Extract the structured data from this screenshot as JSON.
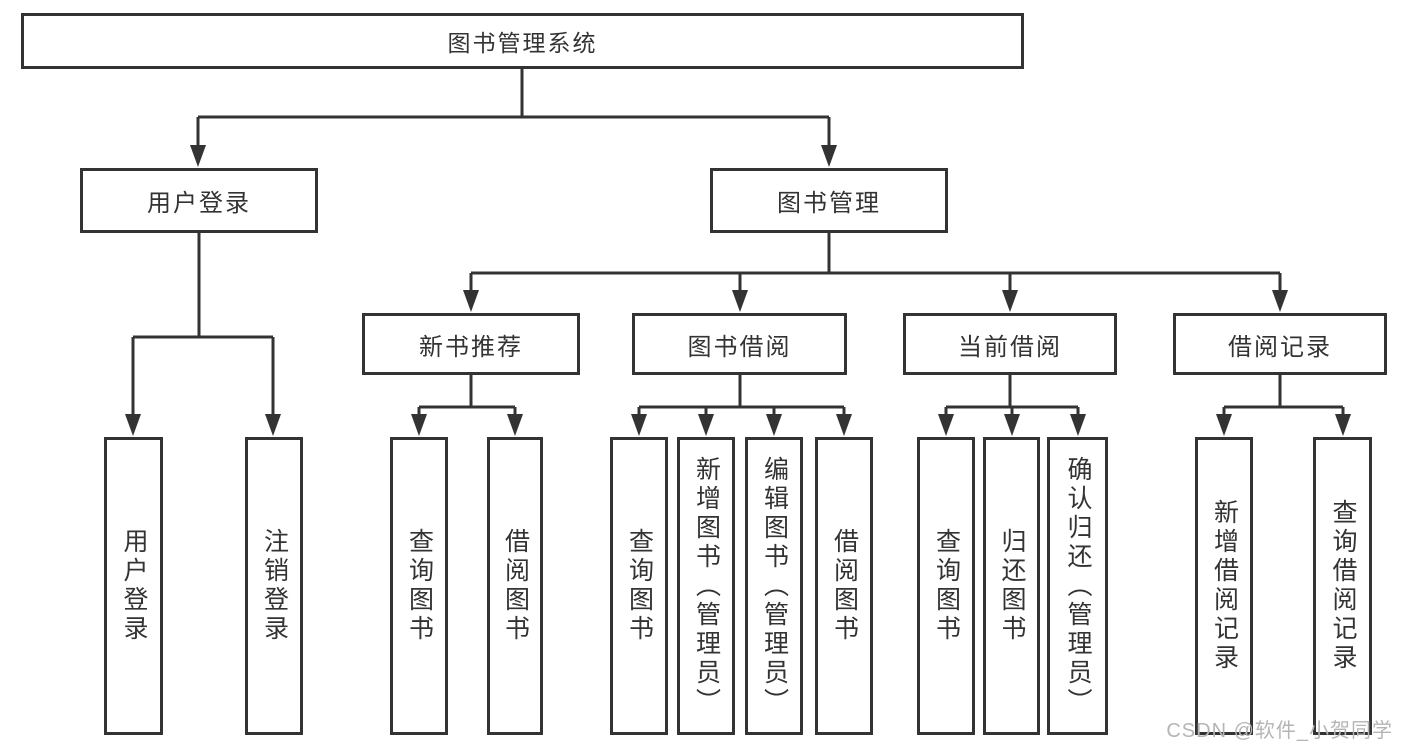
{
  "nodes": {
    "root": "图书管理系统",
    "user_login": "用户登录",
    "book_management": "图书管理",
    "new_book_recommend": "新书推荐",
    "book_borrow": "图书借阅",
    "current_borrow": "当前借阅",
    "borrow_record": "借阅记录",
    "leaf_user_login": "用户登录",
    "leaf_logout": "注销登录",
    "leaf_recommend_query_books": "查询图书",
    "leaf_recommend_borrow_books": "借阅图书",
    "leaf_borrow_query_books": "查询图书",
    "leaf_borrow_add_books": "新增图书（管理员）",
    "leaf_borrow_edit_books": "编辑图书（管理员）",
    "leaf_borrow_borrow_books": "借阅图书",
    "leaf_current_query_books": "查询图书",
    "leaf_current_return_books": "归还图书",
    "leaf_current_confirm_return": "确认归还（管理员）",
    "leaf_record_add_record": "新增借阅记录",
    "leaf_record_query_record": "查询借阅记录"
  },
  "watermark": "CSDN @软件_小贺同学",
  "colors": {
    "line": "#333333",
    "text": "#333333",
    "watermark": "#b5b5b5",
    "background": "#ffffff"
  }
}
